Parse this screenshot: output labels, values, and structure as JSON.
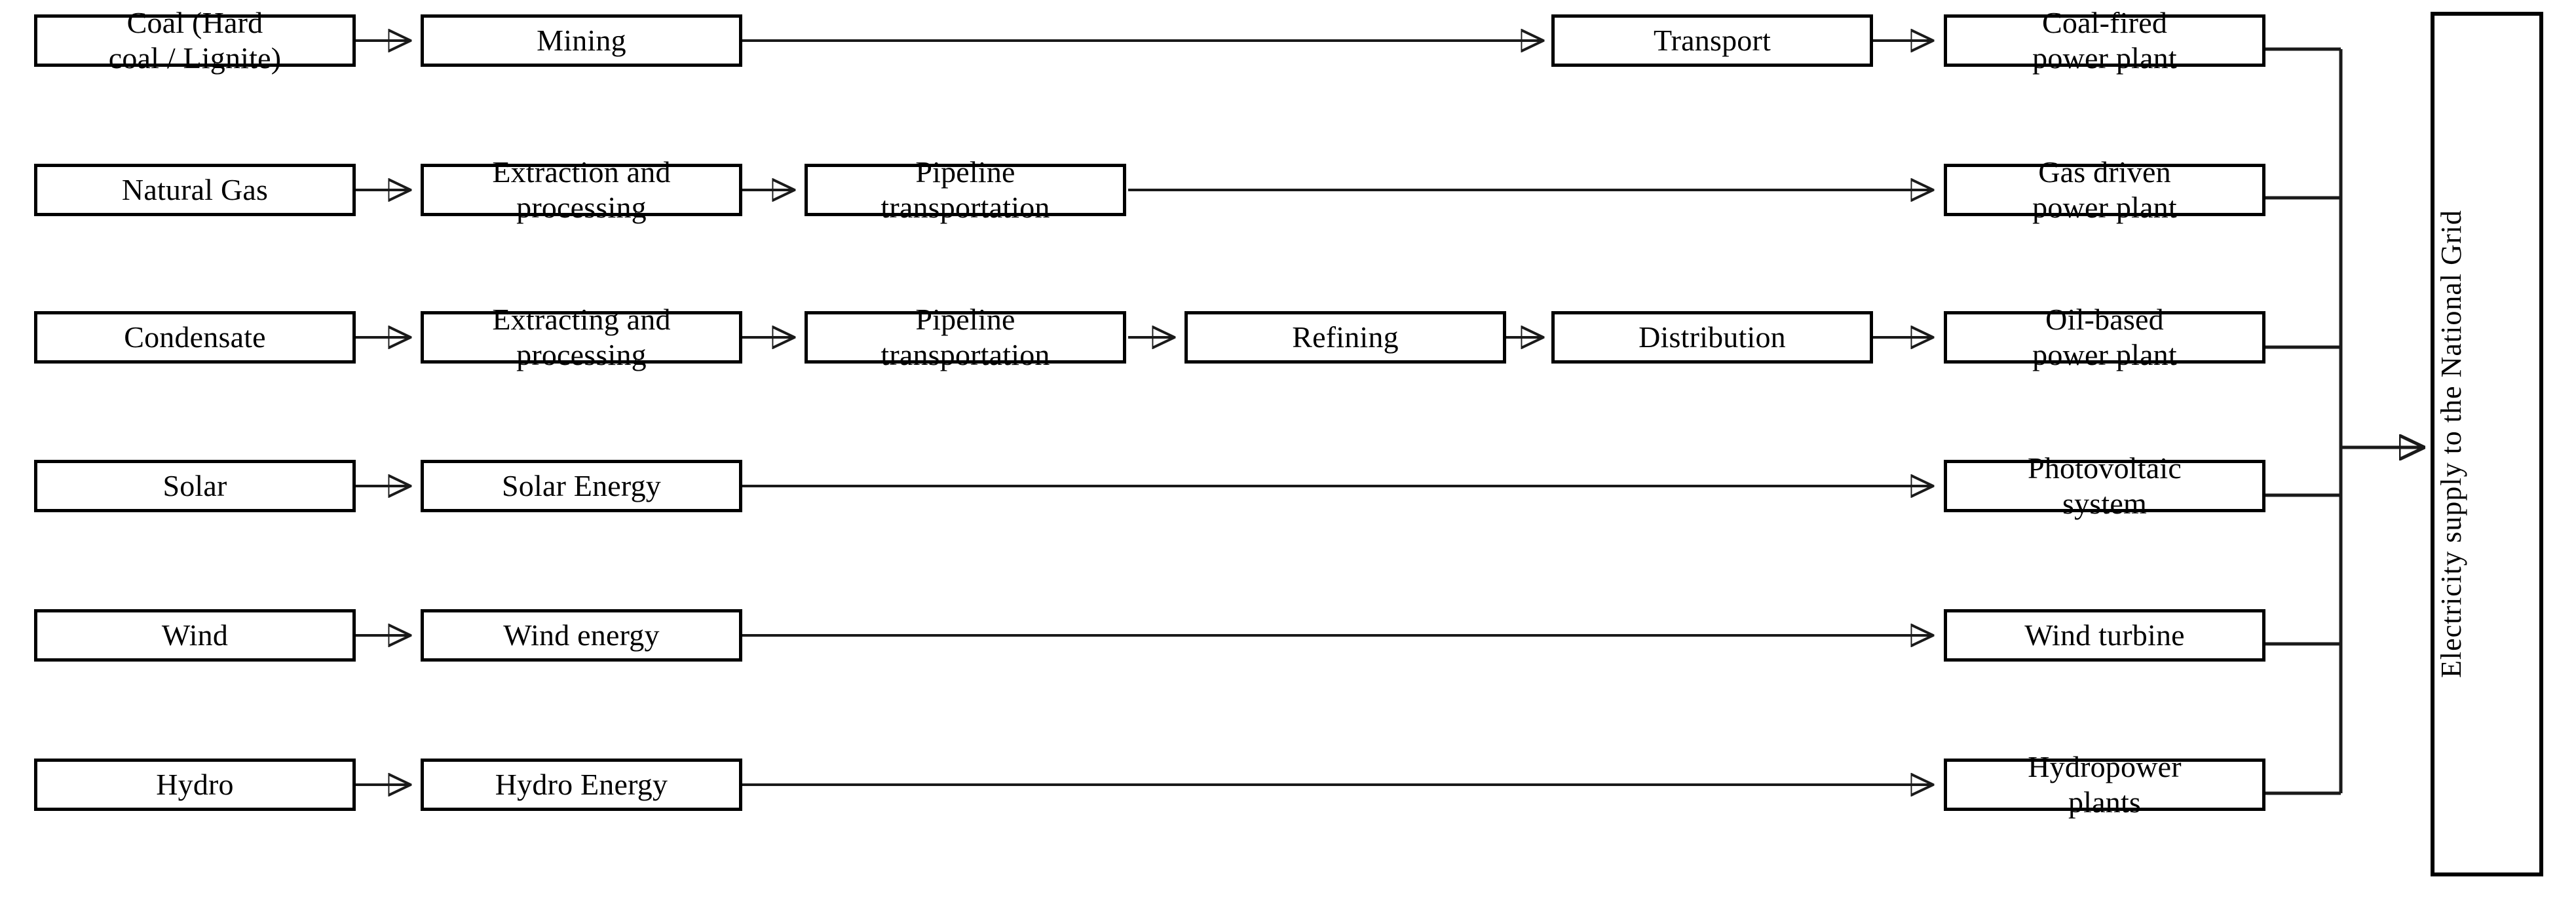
{
  "diagram": {
    "title": "Electricity generation value chains feeding the national grid",
    "type": "flow-diagram",
    "orientation": "left-to-right",
    "row_count": 6,
    "colors": {
      "stroke": "#000000",
      "fill": "#ffffff",
      "text": "#000000"
    }
  },
  "rows": [
    {
      "id": "coal",
      "source": "Coal (Hard\ncoal / Lignite)",
      "steps": [
        "Mining",
        "Transport"
      ],
      "output": "Coal-fired\npower plant"
    },
    {
      "id": "natural-gas",
      "source": "Natural Gas",
      "steps": [
        "Extraction and\nprocessing",
        "Pipeline\ntransportation"
      ],
      "output": "Gas driven\npower plant"
    },
    {
      "id": "condensate",
      "source": "Condensate",
      "steps": [
        "Extracting and\nprocessing",
        "Pipeline\ntransportation",
        "Refining",
        "Distribution"
      ],
      "output": "Oil-based\npower plant"
    },
    {
      "id": "solar",
      "source": "Solar",
      "steps": [
        "Solar Energy"
      ],
      "output": "Photovoltaic\nsystem"
    },
    {
      "id": "wind",
      "source": "Wind",
      "steps": [
        "Wind energy"
      ],
      "output": "Wind turbine"
    },
    {
      "id": "hydro",
      "source": "Hydro",
      "steps": [
        "Hydro Energy"
      ],
      "output": "Hydropower\nplants"
    }
  ],
  "nodes": {
    "coal_source": "Coal (Hard\ncoal / Lignite)",
    "coal_mining": "Mining",
    "coal_transport": "Transport",
    "coal_plant": "Coal-fired\npower plant",
    "gas_source": "Natural Gas",
    "gas_extraction": "Extraction and\nprocessing",
    "gas_pipeline": "Pipeline\ntransportation",
    "gas_plant": "Gas driven\npower plant",
    "cond_source": "Condensate",
    "cond_extracting": "Extracting and\nprocessing",
    "cond_pipeline": "Pipeline\ntransportation",
    "cond_refining": "Refining",
    "cond_distribution": "Distribution",
    "cond_plant": "Oil-based\npower plant",
    "solar_source": "Solar",
    "solar_energy": "Solar Energy",
    "solar_plant": "Photovoltaic\nsystem",
    "wind_source": "Wind",
    "wind_energy": "Wind energy",
    "wind_plant": "Wind turbine",
    "hydro_source": "Hydro",
    "hydro_energy": "Hydro Energy",
    "hydro_plant": "Hydropower\nplants",
    "grid": "Electricity supply to the National Grid"
  }
}
